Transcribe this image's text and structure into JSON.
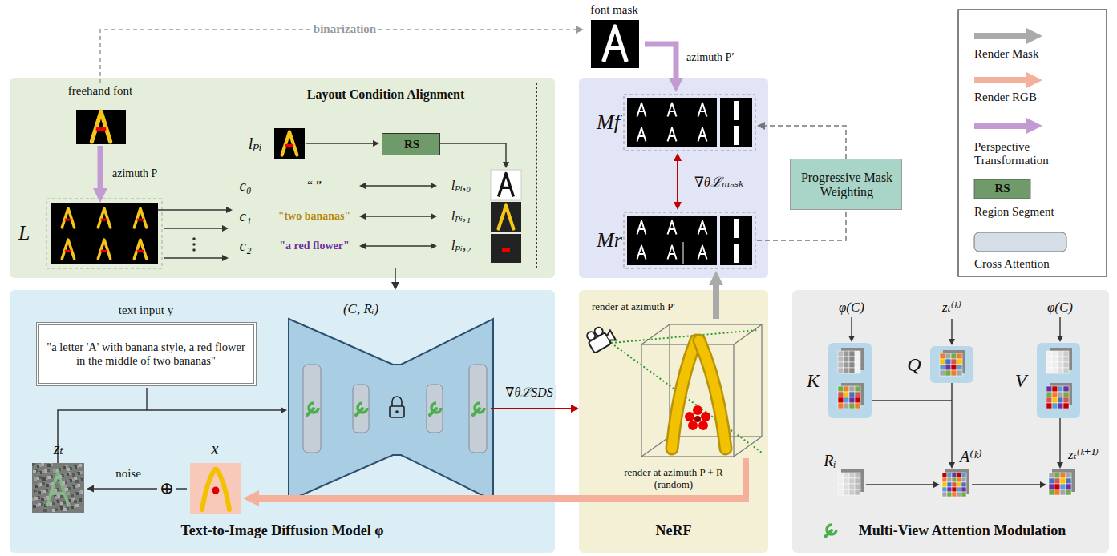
{
  "diagram": {
    "nodes": [
      {
        "text": [
          "freehand font"
        ]
      },
      {
        "text": [
          "L"
        ]
      },
      {
        "text": [
          "Layout Condition Alignment"
        ]
      },
      {
        "text": [
          "RS"
        ],
        "in": 2
      },
      {
        "text": [
          "font mask"
        ]
      },
      {
        "text": [
          "Mf"
        ]
      },
      {
        "text": [
          "Mr"
        ]
      },
      {
        "text": [
          "Progressive Mask Weighting"
        ]
      },
      {
        "text": [
          "Text-to-Image Diffusion Model φ"
        ]
      },
      {
        "text": [
          "text input y",
          "\"a letter 'A' with banana style, a red flower in the middle of two bananas\""
        ],
        "in": 8
      },
      {
        "text": [
          "zₜ"
        ],
        "in": 8
      },
      {
        "text": [
          "x"
        ],
        "in": 8
      },
      {
        "text": [
          "NeRF"
        ]
      },
      {
        "text": [
          "Multi-View Attention Modulation"
        ]
      }
    ],
    "edges": [
      {
        "from": 0,
        "to": 4,
        "label": "binarization",
        "arrow": "to"
      },
      {
        "from": 0,
        "to": 1,
        "label": "azimuth P",
        "arrow": "to"
      },
      {
        "from": 1,
        "to": 2,
        "arrow": "to"
      },
      {
        "from": 4,
        "to": 5,
        "label": "azimuth P′",
        "arrow": "to"
      },
      {
        "from": 5,
        "to": 6,
        "label": "∇θℒₘₐₛₖ",
        "arrow": "both"
      },
      {
        "from": 6,
        "to": 7,
        "arrow": "none"
      },
      {
        "from": 7,
        "to": 5,
        "arrow": "to"
      },
      {
        "from": 12,
        "to": 6,
        "arrow": "to"
      },
      {
        "from": 2,
        "to": 8,
        "label": "(C, Rᵢ)",
        "arrow": "to"
      },
      {
        "from": 8,
        "to": 12,
        "label": "∇θℒSDS",
        "arrow": "to"
      },
      {
        "from": 12,
        "to": 11,
        "arrow": "to"
      },
      {
        "from": 11,
        "to": 10,
        "label": "noise",
        "arrow": "to"
      }
    ],
    "labels": [
      "lₚᵢ",
      "c₀",
      "“ ”",
      "c₁",
      "\"two bananas\"",
      "c₂",
      "\"a red flower\"",
      "lₚᵢ,₀",
      "lₚᵢ,₁",
      "lₚᵢ,₂",
      "⊕",
      "render at azimuth P′",
      "render at azimuth P + R (random)",
      "φ(C)",
      "zₜ⁽ᵏ⁾",
      "φ(C)",
      "K",
      "Q",
      "V",
      "Rᵢ",
      "A⁽ᵏ⁾",
      "zₜ⁽ᵏ⁺¹⁾",
      "RS"
    ],
    "legend": [
      {
        "text": "Render Mask"
      },
      {
        "text": "Render RGB"
      },
      {
        "text": "Perspective Transformation"
      },
      {
        "text": "Region Segment",
        "color": "#6f9a6a"
      },
      {
        "text": "Cross Attention",
        "color": "#d5dde6"
      }
    ]
  }
}
